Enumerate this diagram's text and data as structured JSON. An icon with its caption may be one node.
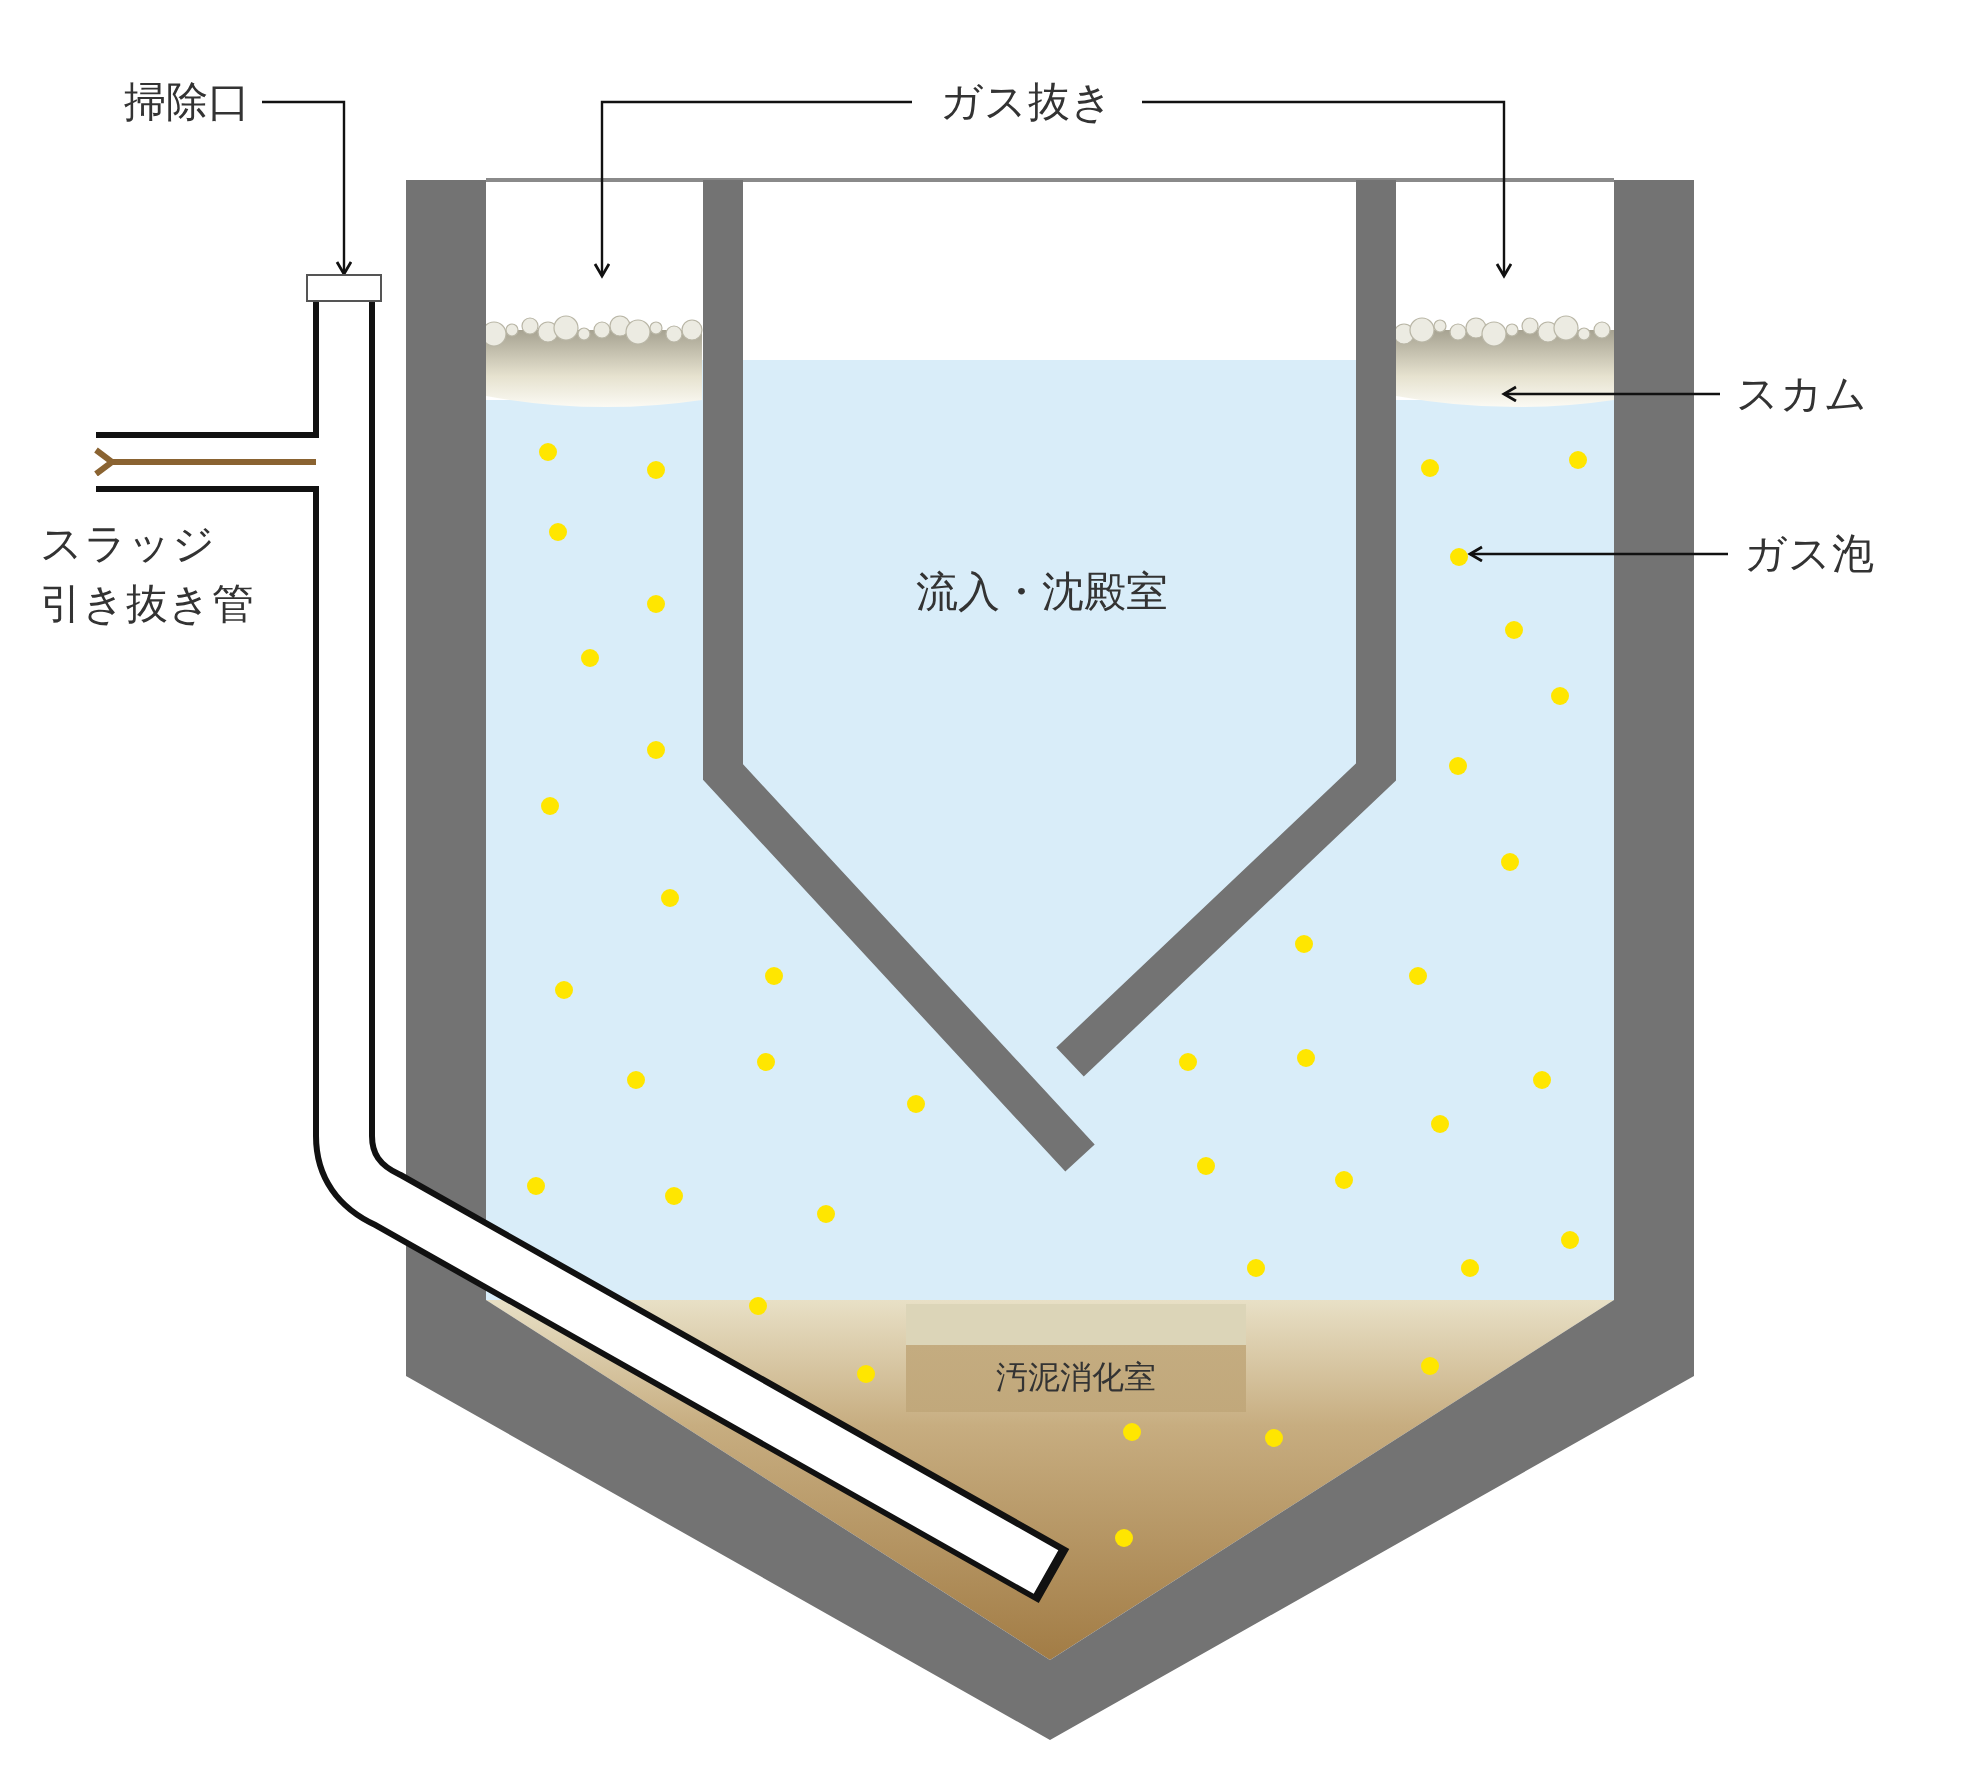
{
  "diagram": {
    "nodes": [
      {
        "text": [
          "掃除口"
        ]
      },
      {
        "text": [],
        "shape": "box"
      },
      {
        "text": [
          "ガス抜き"
        ]
      },
      {
        "text": [
          "スカム"
        ]
      },
      {
        "text": [
          "ガス泡"
        ]
      },
      {
        "text": [],
        "shape": "circle"
      },
      {
        "text": [
          "汚泥消化室"
        ]
      }
    ],
    "edges": [
      {
        "from": 0,
        "to": 1,
        "arrow": "to"
      },
      {
        "from": 2,
        "to": null,
        "arrow": "to"
      },
      {
        "from": 2,
        "to": null,
        "arrow": "to"
      },
      {
        "from": 3,
        "to": null,
        "arrow": "to"
      },
      {
        "from": 4,
        "to": 5,
        "arrow": "to"
      }
    ],
    "labels": [
      "流入・沈殿室",
      "スラッジ引き抜き管"
    ]
  }
}
